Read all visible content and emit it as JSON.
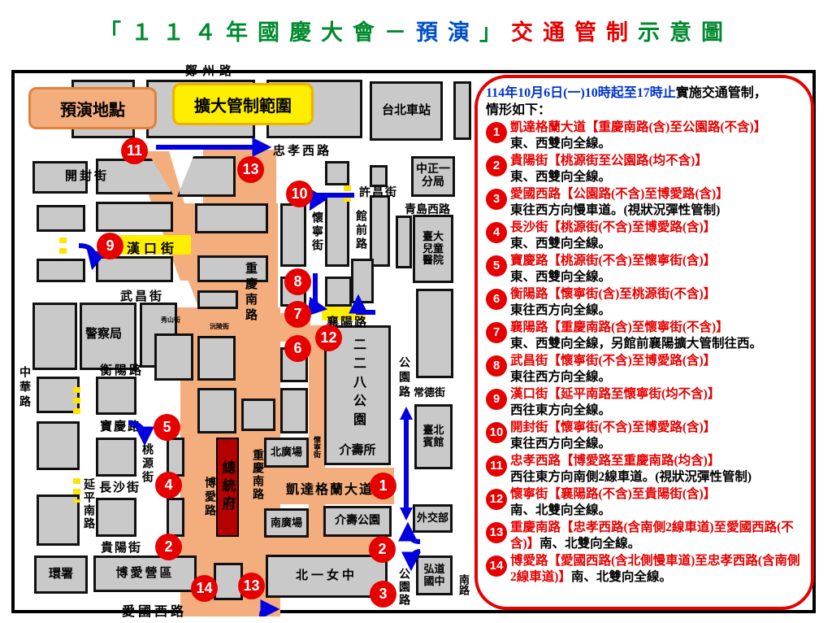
{
  "title": {
    "open": "「",
    "part_green": "１１４年國慶大會－",
    "part_blue": "預演",
    "close": "」",
    "part_red": "交通管制",
    "part_tail": "示意圖"
  },
  "legend": {
    "header_line1_blue": "114年10月6日(一)10時起至17時止",
    "header_line1_black": "實施交通管制，",
    "header_line2": "情形如下：",
    "items": [
      {
        "num": "1",
        "road": "凱達格蘭大道【重慶南路(含)至公園路(不含)】",
        "detail": "東、西雙向全線。"
      },
      {
        "num": "2",
        "road": "貴陽街【桃源街至公園路(均不含)】",
        "detail": "東、西雙向全線。"
      },
      {
        "num": "3",
        "road": "愛國西路【公園路(不含)至博愛路(含)】",
        "detail": "東往西方向慢車道。(視狀況彈性管制)"
      },
      {
        "num": "4",
        "road": "長沙街【桃源街(不含)至博愛路(含)】",
        "detail": "東、西雙向全線。"
      },
      {
        "num": "5",
        "road": "寶慶路【桃源街(不含)至懷寧街(含)】",
        "detail": "東、西雙向全線。"
      },
      {
        "num": "6",
        "road": "衡陽路【懷寧街(含)至桃源街(不含)】",
        "detail": "東往西方向全線。"
      },
      {
        "num": "7",
        "road": "襄陽路【重慶南路(含)至懷寧街(不含)】",
        "detail": "東、西雙向全線，另館前襄陽擴大管制往西。"
      },
      {
        "num": "8",
        "road": "武昌街【懷寧街(不含)至博愛路(含)】",
        "detail": "東往西方向全線。"
      },
      {
        "num": "9",
        "road": "漢口街【延平南路至懷寧街(均不含)】",
        "detail": "西往東方向全線。"
      },
      {
        "num": "10",
        "road": "開封街【懷寧街(不含)至博愛路(含)】",
        "detail": "東往西方向全線。"
      },
      {
        "num": "11",
        "road": "忠孝西路【博愛路至重慶南路(均含)】",
        "detail": "西往東方向南側2線車道。(視狀況彈性管制)"
      },
      {
        "num": "12",
        "road": "懷寧街【襄陽路(不含)至貴陽街(含)】",
        "detail": "南、北雙向全線。"
      },
      {
        "num": "13",
        "road": "重慶南路【忠孝西路(含南側2線車道)至愛國西路(不含)】",
        "detail": "南、北雙向全線。"
      },
      {
        "num": "14",
        "road": "博愛路【愛國西路(含北側慢車道)至忠孝西路(含南側2線車道)】",
        "detail": "南、北雙向全線。"
      }
    ]
  },
  "map": {
    "zone_labels": {
      "rehearsal_site": "預演地點",
      "expanded_zone": "擴大管制範圍"
    },
    "streets": {
      "zhengzhou": "鄭州路",
      "zhongxiao_west": "忠孝西路",
      "kaifeng": "開封街",
      "xuchang": "許昌街",
      "qingdao_west": "青島西路",
      "hankou": "漢口街",
      "guanqian": "館前路",
      "huaining_n": "懷寧街",
      "wuchang": "武昌街",
      "chongqing_south_n": "重慶南路",
      "xiangyang": "襄陽路",
      "hengyang": "衡陽路",
      "zhonghua": "中華路",
      "gongyuan_n": "公園路",
      "changde": "常德街",
      "baoqing": "寶慶路",
      "taoyuan": "桃源街",
      "changsha": "長沙街",
      "yanping_south": "延平南路",
      "boai": "博愛路",
      "chongqing_south_s": "重慶南路",
      "ketagalan": "凱達格蘭大道",
      "guiyang": "貴陽街",
      "aiguo_west": "愛國西路",
      "gongyuan_s": "公園路",
      "zhongshan_partial": "南路",
      "xiushan_tiny": "秀山街",
      "yuanling_tiny": "沅陵街",
      "huaining_s_tiny": "懷寧街"
    },
    "places": {
      "taipei_station": "台北車站",
      "zhongzheng_precinct": "中正一分局",
      "ntu_children_hospital": "臺大兒童醫院",
      "peace_park": "二二八公園",
      "jieshou_suo": "介壽所",
      "north_plaza": "北廣場",
      "south_plaza": "南廣場",
      "jieshou_park": "介壽公園",
      "taipei_guest_house": "臺北賓館",
      "mofa": "外交部",
      "hongdao_jhs": "弘道國中",
      "beiyi_girls_hs": "北一女中",
      "boai_camp": "博愛營區",
      "epa": "環署",
      "police_hq": "警察局",
      "presidential_office": "總統府"
    },
    "markers": [
      {
        "n": "11"
      },
      {
        "n": "13"
      },
      {
        "n": "10"
      },
      {
        "n": "9"
      },
      {
        "n": "8"
      },
      {
        "n": "7"
      },
      {
        "n": "12"
      },
      {
        "n": "6"
      },
      {
        "n": "5"
      },
      {
        "n": "4"
      },
      {
        "n": "1"
      },
      {
        "n": "2"
      },
      {
        "n": "2"
      },
      {
        "n": "14"
      },
      {
        "n": "13"
      },
      {
        "n": "3"
      }
    ]
  },
  "colors": {
    "accent_red": "#e60000",
    "zone_orange": "#f4ad7d",
    "highlight_yellow": "#ffee00",
    "arrow_blue": "#0000e0",
    "block_gray": "#c9c9c9",
    "presidential_red": "#b40000",
    "title_green": "#008a2e",
    "title_blue": "#0050c8"
  }
}
